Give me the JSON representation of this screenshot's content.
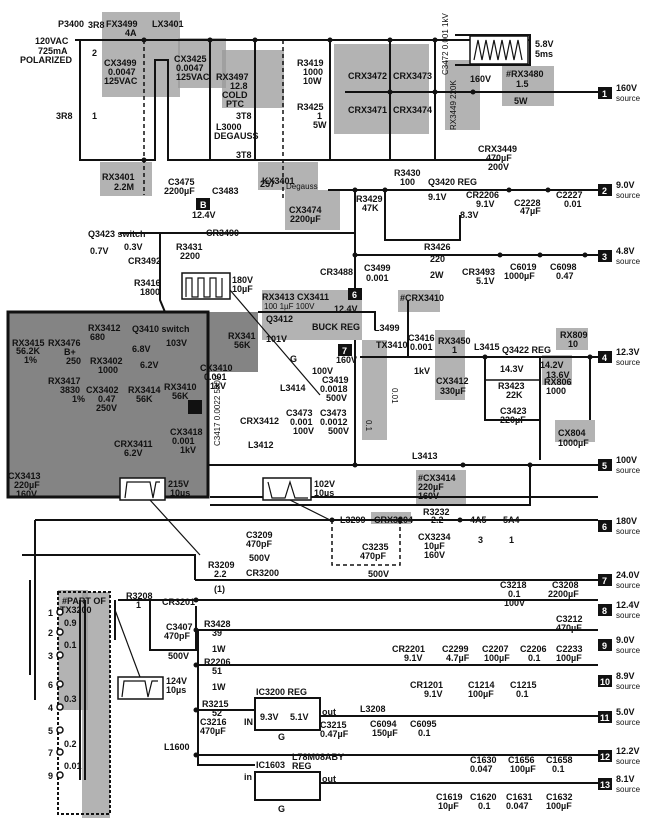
{
  "input": {
    "connector": "P3400",
    "plug_pin_top": "3R8",
    "plug_pin_top_num": "2",
    "plug_pin_bottom": "3R8",
    "plug_pin_bottom_num": "1",
    "rating_line1": "120VAC",
    "rating_line2": "725mA",
    "rating_line3": "POLARIZED"
  },
  "components": {
    "FX3499": [
      "FX3499",
      "4A"
    ],
    "LX3401": [
      "LX3401"
    ],
    "CX3499": [
      "CX3499",
      "0.0047",
      "125VAC"
    ],
    "CX3425": [
      "CX3425",
      "0.0047",
      "125VAC"
    ],
    "RX3497": [
      "RX3497",
      "12.8",
      "COLD",
      "PTC"
    ],
    "L3000": [
      "3T8",
      "L3000",
      "DEGAUSS",
      "3T8"
    ],
    "RX3401": [
      "RX3401",
      "2.2M"
    ],
    "R3419": [
      "R3419",
      "1000",
      "10W"
    ],
    "R3425": [
      "R3425",
      "1",
      "5W"
    ],
    "CRX3472": "CRX3472",
    "CRX3473": "CRX3473",
    "CRX3471": "CRX3471",
    "CRX3474": "CRX3474",
    "C3472": "C3472 0.001 1kV",
    "RX3449": "RX3449 220K",
    "wave_160": "160V",
    "wave_58": [
      "5.8V",
      "5ms"
    ],
    "RX3480": [
      "#RX3480",
      "1.5",
      "5W"
    ],
    "CRX3449": [
      "CRX3449",
      "470µF",
      "200V"
    ],
    "C3475": [
      "C3475",
      "2200µF"
    ],
    "C3483": "C3483",
    "KX3401": [
      "KX3401",
      "257",
      "Degauss"
    ],
    "CX3474": [
      "CX3474",
      "2200µF"
    ],
    "label_124": "12.4V",
    "R3430": [
      "R3430",
      "100"
    ],
    "Q3420": "Q3420 REG",
    "Q3420_v1": "9.1V",
    "Q3420_v2": "8.3V",
    "R3429": [
      "R3429",
      "47K"
    ],
    "CR2206": [
      "CR2206",
      "9.1V"
    ],
    "C2228": [
      "C2228",
      "47µF"
    ],
    "C2227": [
      "C2227",
      "0.01"
    ],
    "Q3423": "Q3423 switch",
    "Q3423_v1": "0.7V",
    "Q3423_v2": "0.3V",
    "R3431": [
      "R3431",
      "2200"
    ],
    "CR3490": "CR3490",
    "CR3492": "CR3492",
    "R3416": [
      "R3416",
      "1800"
    ],
    "wave_180": [
      "180V",
      "10µF"
    ],
    "CR3488": "CR3488",
    "C3499": [
      "C3499",
      "0.001"
    ],
    "R3426": [
      "R3426",
      "220",
      "2W"
    ],
    "CR3493": [
      "CR3493",
      "5.1V"
    ],
    "C6019": [
      "C6019",
      "1000µF"
    ],
    "C6098": [
      "C6098",
      "0.47"
    ],
    "RX3413": [
      "RX3413 CX3411",
      "100    1µF 100V"
    ],
    "Q3412": "Q3412",
    "buck_reg": "BUCK REG",
    "Q3412_v": "101V",
    "Q3412_g": "G",
    "label_124b": "12.4V",
    "label_160": "160V",
    "label_100v": "100V",
    "L3414": "L3414",
    "C3419": [
      "C3419",
      "0.0018",
      "500V"
    ],
    "CRX3410": "#CRX3410",
    "L3499": "L3499",
    "TX3410": "TX3410",
    "C3416": [
      "C3416",
      "0.001",
      "1kV"
    ],
    "RX3450": [
      "RX3450",
      "1"
    ],
    "L3415": "L3415",
    "CX3412": [
      "CX3412",
      "330µF"
    ],
    "Q3422": "Q3422 REG",
    "Q3422_v1": "14.3V",
    "Q3422_v2": "14.2V",
    "Q3422_v3": "13.6V",
    "RX809": [
      "RX809",
      "10"
    ],
    "R3423": [
      "R3423",
      "22K"
    ],
    "RX806": [
      "RX806",
      "1000"
    ],
    "C3423": [
      "C3423",
      "220µF"
    ],
    "CX804": [
      "CX804",
      "1000µF"
    ],
    "RX3415": [
      "RX3415",
      "56.2K",
      "1%"
    ],
    "RX3476": [
      "RX3476",
      "B+",
      "250"
    ],
    "RX3412": [
      "RX3412",
      "680"
    ],
    "Q3410": "Q3410 switch",
    "Q3410_v1": "6.8V",
    "Q3410_v2": "103V",
    "Q3410_v3": "6.2V",
    "RX3402": [
      "RX3402",
      "1000"
    ],
    "RX3417": [
      "RX3417",
      "3830",
      "1%"
    ],
    "CX3402": [
      "CX3402",
      "0.47",
      "250V"
    ],
    "RX3414": [
      "RX3414",
      "56K"
    ],
    "RX3410": [
      "RX3410",
      "56K"
    ],
    "RX341": [
      "RX341",
      "56K"
    ],
    "CX3410": [
      "CX3410",
      "0.001",
      "1kV"
    ],
    "CRX3411": [
      "CRX3411",
      "6.2V"
    ],
    "CX3418": [
      "CX3418",
      "0.001",
      "1kV"
    ],
    "CX3413": [
      "CX3413",
      "220µF",
      "160V"
    ],
    "C3417": "C3417 0.0022 500V",
    "CRX3412": "CRX3412",
    "C3473a": [
      "C3473",
      "0.001",
      "100V"
    ],
    "C3473b": [
      "C3473",
      "0.0012",
      "500V"
    ],
    "L3412": "L3412",
    "L3413": "L3413",
    "CX3414": [
      "#CX3414",
      "220µF",
      "160V"
    ],
    "tx_001": "0.01",
    "tx_01": "0.1",
    "wave_215": [
      "215V",
      "10µs"
    ],
    "wave_102": [
      "102V",
      "10µs"
    ],
    "L3299": "L3299",
    "CRX3204": "CRX3204",
    "R3232": [
      "R3232",
      "2.2"
    ],
    "CX3234": [
      "CX3234",
      "10µF",
      "160V"
    ],
    "C3235": [
      "C3235",
      "470pF",
      "500V"
    ],
    "pin_4A5": [
      "4A5",
      "3"
    ],
    "pin_5A4": [
      "5A4",
      "1"
    ],
    "C3209": [
      "C3209",
      "470pF",
      "500V"
    ],
    "CR3200": "CR3200",
    "R3209": [
      "R3209",
      "2.2",
      "(1)"
    ],
    "R3208": [
      "R3208",
      "1"
    ],
    "CR3201": "CR3201",
    "C3407": [
      "C3407",
      "470pF",
      "500V"
    ],
    "R3428": [
      "R3428",
      "39",
      "1W"
    ],
    "R2206": [
      "R2206",
      "51",
      "1W"
    ],
    "wave_124": [
      "124V",
      "10µs"
    ],
    "C3218": [
      "C3218",
      "0.1",
      "100V"
    ],
    "C3208": [
      "C3208",
      "2200µF"
    ],
    "C3212": [
      "C3212",
      "470µF"
    ],
    "CR2201": [
      "CR2201",
      "9.1V"
    ],
    "C2299": [
      "C2299",
      "4.7µF"
    ],
    "C2207": [
      "C2207",
      "100µF"
    ],
    "C2206": [
      "C2206",
      "0.1"
    ],
    "C2233": [
      "C2233",
      "100µF"
    ],
    "CR1201": [
      "CR1201",
      "9.1V"
    ],
    "C1214": [
      "C1214",
      "100µF"
    ],
    "C1215": [
      "C1215",
      "0.1"
    ],
    "IC3200": "IC3200    REG",
    "IC3200_in": "9.3V",
    "IC3200_out": "5.1V",
    "IC3200_g": "G",
    "R3215": [
      "R3215",
      "52"
    ],
    "C3216": [
      "C3216",
      "470µF"
    ],
    "IN": "IN",
    "out": "out",
    "C3215": [
      "C3215",
      "0.47µF"
    ],
    "L3208": "L3208",
    "C6094": [
      "C6094",
      "150µF"
    ],
    "C6095": [
      "C6095",
      "0.1"
    ],
    "L1600": "L1600",
    "L78M08ABY": [
      "L78M08ABY",
      "REG"
    ],
    "IC1603": "IC1603",
    "IC1603_in": "in",
    "IC1603_out": "out",
    "IC1603_g": "G",
    "C1630": [
      "C1630",
      "0.047"
    ],
    "C1656": [
      "C1656",
      "100µF"
    ],
    "C1658": [
      "C1658",
      "0.1"
    ],
    "C1619": [
      "C1619",
      "10µF"
    ],
    "C1620": [
      "C1620",
      "0.1"
    ],
    "C1631": [
      "C1631",
      "0.047"
    ],
    "C1632": [
      "C1632",
      "100µF"
    ]
  },
  "transformer": {
    "title": [
      "#PART OF",
      "TX3200"
    ],
    "pins": [
      "1",
      "2",
      "3",
      "6",
      "4",
      "5",
      "7",
      "9"
    ],
    "windings": [
      "0.9",
      "0.1",
      "0.3",
      "0.2",
      "0.01"
    ]
  },
  "ground_markers": {
    "B": "B",
    "6": "6",
    "7": "7"
  },
  "sources": [
    {
      "num": "1",
      "voltage": "160V",
      "label": "source"
    },
    {
      "num": "2",
      "voltage": "9.0V",
      "label": "source"
    },
    {
      "num": "3",
      "voltage": "4.8V",
      "label": "source"
    },
    {
      "num": "4",
      "voltage": "12.3V",
      "label": "source"
    },
    {
      "num": "5",
      "voltage": "100V",
      "label": "source"
    },
    {
      "num": "6",
      "voltage": "180V",
      "label": "source"
    },
    {
      "num": "7",
      "voltage": "24.0V",
      "label": "source"
    },
    {
      "num": "8",
      "voltage": "12.4V",
      "label": "source"
    },
    {
      "num": "9",
      "voltage": "9.0V",
      "label": "source"
    },
    {
      "num": "10",
      "voltage": "8.9V",
      "label": "source"
    },
    {
      "num": "11",
      "voltage": "5.0V",
      "label": "source"
    },
    {
      "num": "12",
      "voltage": "12.2V",
      "label": "source"
    },
    {
      "num": "13",
      "voltage": "8.1V",
      "label": "source"
    }
  ]
}
